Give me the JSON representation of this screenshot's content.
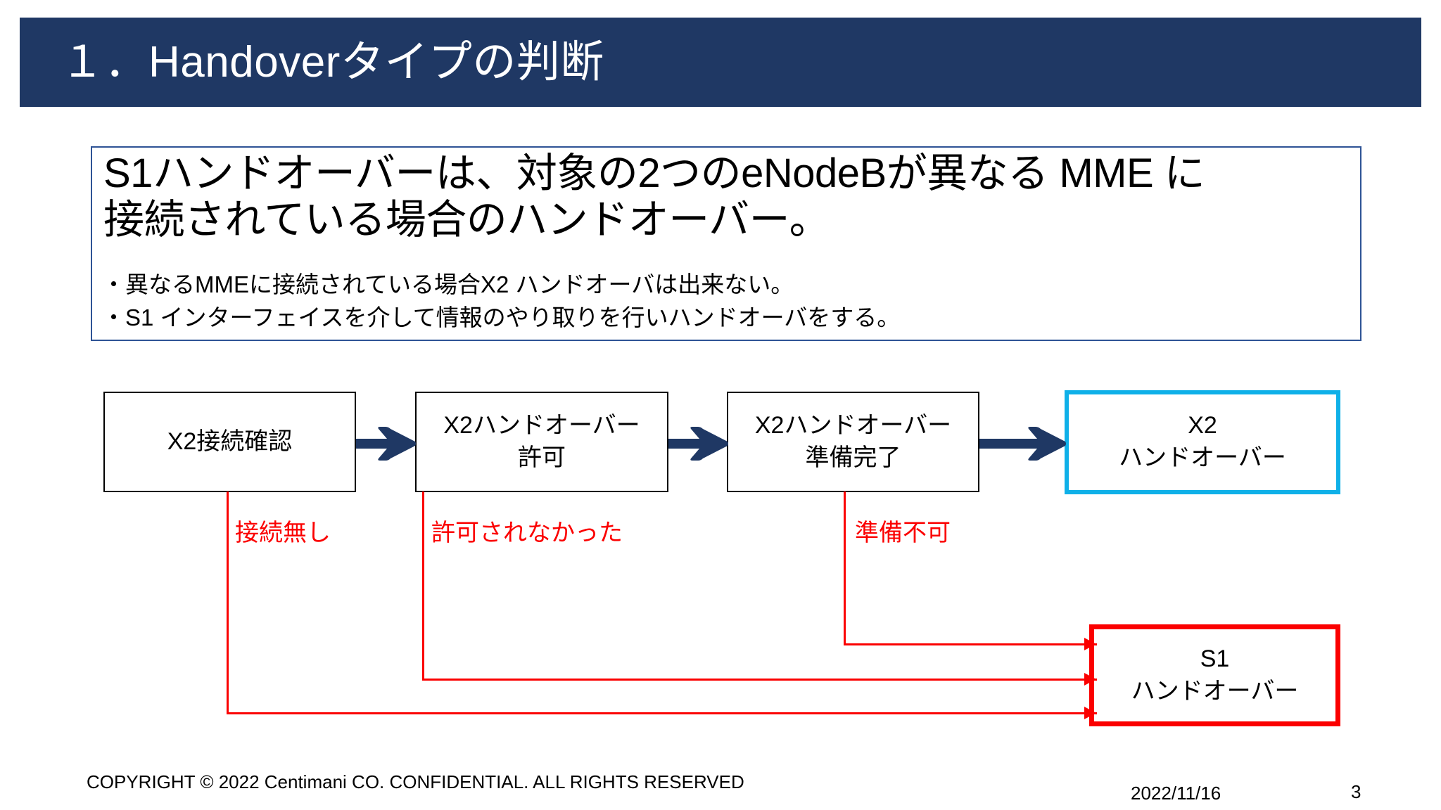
{
  "slide": {
    "title": "１．Handoverタイプの判断"
  },
  "statement": {
    "headline_line1": "S1ハンドオーバーは、対象の2つのeNodeBが異なる MME に",
    "headline_line2": "接続されている場合のハンドオーバー。",
    "bullet1": "・異なるMMEに接続されている場合X2 ハンドオーバは出来ない。",
    "bullet2": "・S1 インターフェイスを介して情報のやり取りを行いハンドオーバをする。"
  },
  "flow": {
    "box_x2_check": "X2接続確認",
    "box_x2_allow_line1": "X2ハンドオーバー",
    "box_x2_allow_line2": "許可",
    "box_x2_ready_line1": "X2ハンドオーバー",
    "box_x2_ready_line2": "準備完了",
    "box_x2_handover_line1": "X2",
    "box_x2_handover_line2": "ハンドオーバー",
    "box_s1_handover_line1": "S1",
    "box_s1_handover_line2": "ハンドオーバー",
    "label_no_connection": "接続無し",
    "label_not_allowed": "許可されなかった",
    "label_not_ready": "準備不可"
  },
  "footer": {
    "copyright": "COPYRIGHT © 2022 Centimani CO. CONFIDENTIAL. ALL RIGHTS RESERVED",
    "date": "2022/11/16",
    "page_number": "3"
  },
  "colors": {
    "title_bar": "#1f3864",
    "statement_border": "#2e5395",
    "arrow_navy": "#1f3864",
    "box_cyan": "#0fb0e8",
    "box_red": "#fb0000",
    "label_red": "#fb0000"
  }
}
